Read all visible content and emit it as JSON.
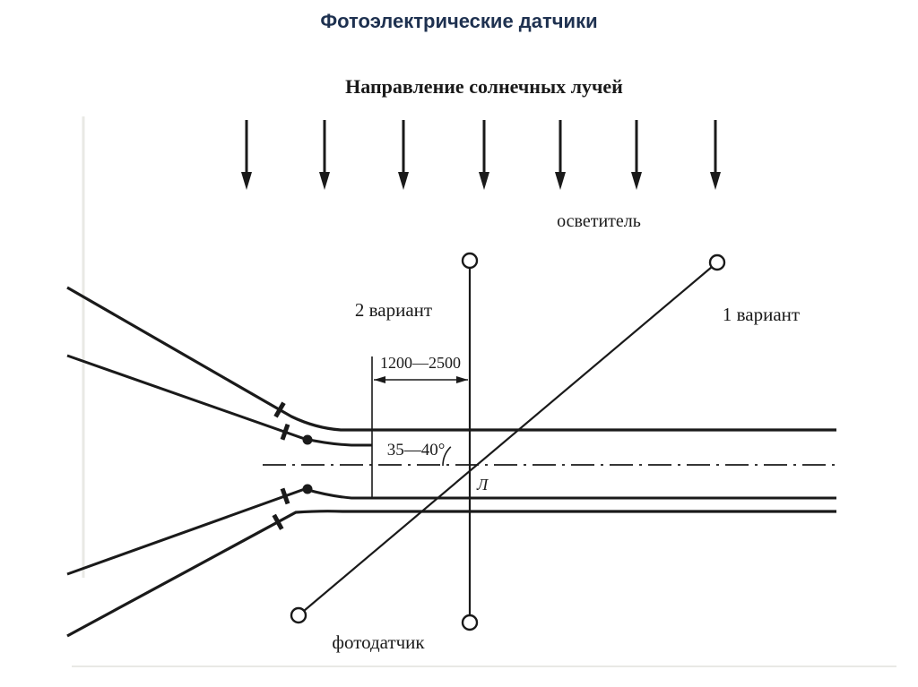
{
  "slide": {
    "title": "Фотоэлектрические датчики",
    "title_color": "#1e3150",
    "background": "#ffffff"
  },
  "diagram": {
    "ink_color": "#1a1a1a",
    "sun_rays": {
      "label": "Направление солнечных лучей",
      "count": 7
    },
    "illuminator": {
      "label": "осветитель"
    },
    "photodetector": {
      "label": "фотодатчик"
    },
    "variant_1": {
      "label": "1 вариант"
    },
    "variant_2": {
      "label": "2 вариант"
    },
    "distance_mm": {
      "label": "1200—2500"
    },
    "beam_angle": {
      "label": "35—40°"
    },
    "axis_point": {
      "label": "Л"
    }
  }
}
